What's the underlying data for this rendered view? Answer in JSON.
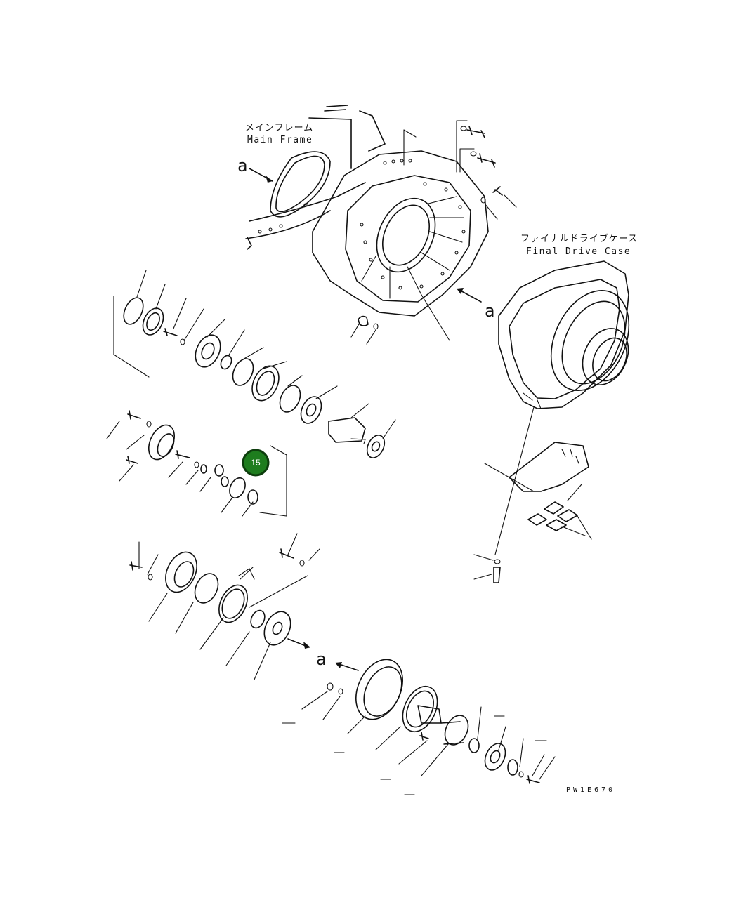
{
  "labels": {
    "main_frame_jp": "メインフレーム",
    "main_frame_en": "Main Frame",
    "final_drive_jp": "ファイナルドライブケース",
    "final_drive_en": "Final Drive Case",
    "ref_a_1": "a",
    "ref_a_2": "a",
    "ref_a_3": "a",
    "drawing_code": "PW1E670"
  },
  "callout": {
    "number": "15",
    "color": "#1e7d1e",
    "border_color": "#0d3d0d"
  },
  "colors": {
    "line": "#111111",
    "background": "#ffffff"
  }
}
